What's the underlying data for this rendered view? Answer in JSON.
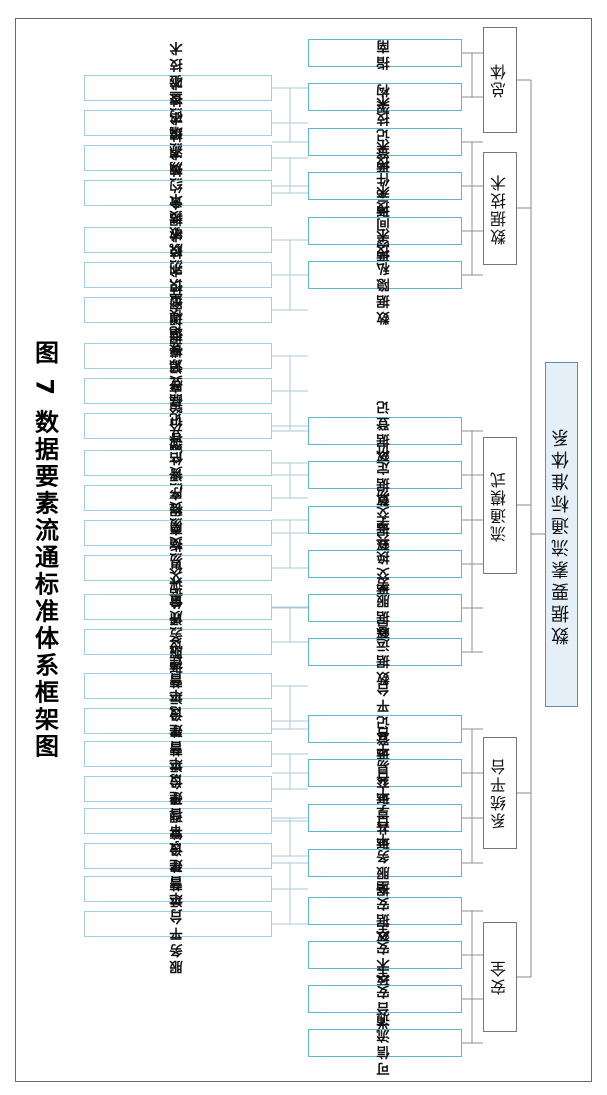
{
  "caption": "图 7   数据要素流通标准体系框架图",
  "root": "数据要素流通标准体系",
  "groups": [
    {
      "label": "总体",
      "children": [
        {
          "label": "指南",
          "leaves": []
        },
        {
          "label": "架构",
          "leaves": []
        }
      ]
    },
    {
      "label": "数据技术",
      "children": [
        {
          "label": "数据登记技术",
          "leaves": [
            "数据查验技术",
            "数据编码技术"
          ]
        },
        {
          "label": "数据元件技术",
          "leaves": [
            "数据溯源技术",
            "数据合约技术"
          ]
        },
        {
          "label": "数据空间技术",
          "leaves": []
        },
        {
          "label": "数据隐私技术",
          "leaves": [
            "数据脱敏技术",
            "数据识别技术",
            "数据加密技术"
          ]
        }
      ]
    },
    {
      "label": "流通模式",
      "children": [
        {
          "label": "数据登记",
          "leaves": [
            "数据资源登记模型",
            "数据产品登记模型",
            "数据登记程序"
          ]
        },
        {
          "label": "数据定价",
          "leaves": [
            "数据资产评价",
            "数据资产评估"
          ]
        },
        {
          "label": "数据交易",
          "leaves": [
            "数据交易程序",
            "数据交易指南"
          ]
        },
        {
          "label": "数据交换共享",
          "leaves": []
        },
        {
          "label": "数据服务",
          "leaves": [
            "数据质量评价",
            "数据服务评价"
          ]
        },
        {
          "label": "数据运营",
          "leaves": []
        }
      ]
    },
    {
      "label": "系统平台",
      "children": [
        {
          "label": "数据登记平台",
          "leaves": [
            "登记平台建设",
            "登记平台运营"
          ]
        },
        {
          "label": "数据交易平台",
          "leaves": [
            "交易平台建设",
            "交易平台运营"
          ]
        },
        {
          "label": "数据共享平台",
          "leaves": [
            "共享平台建设",
            "共享平台管理"
          ]
        },
        {
          "label": "数据服务平台",
          "leaves": [
            "服务平台建设",
            "服务平台运营"
          ]
        }
      ]
    },
    {
      "label": "安全",
      "children": [
        {
          "label": "数据安全",
          "leaves": []
        },
        {
          "label": "技术安全",
          "leaves": []
        },
        {
          "label": "平台安全",
          "leaves": []
        },
        {
          "label": "可信流通",
          "leaves": []
        }
      ]
    }
  ]
}
